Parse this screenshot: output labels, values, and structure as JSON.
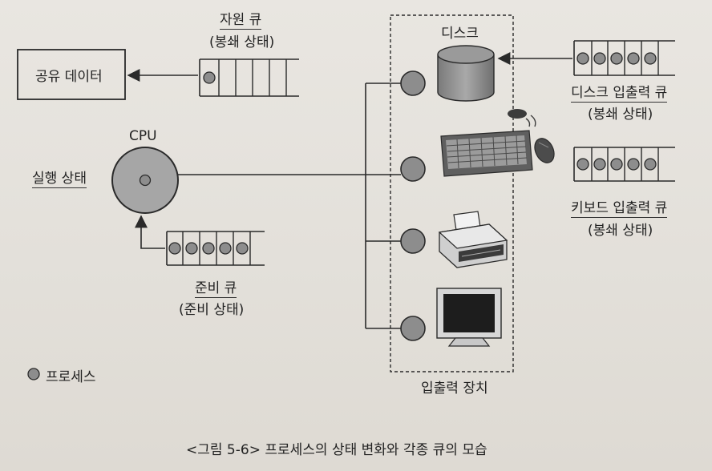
{
  "labels": {
    "resource_queue": "자원 큐",
    "resource_queue_state": "(봉쇄 상태)",
    "shared_data": "공유 데이터",
    "cpu": "CPU",
    "running_state": "실행 상태",
    "ready_queue": "준비 큐",
    "ready_queue_state": "(준비 상태)",
    "disk": "디스크",
    "disk_io_queue": "디스크 입출력 큐",
    "disk_io_queue_state": "(봉쇄 상태)",
    "keyboard_io_queue": "키보드 입출력 큐",
    "keyboard_io_queue_state": "(봉쇄 상태)",
    "io_devices": "입출력 장치",
    "legend_process": "프로세스"
  },
  "caption": "<그림 5-6> 프로세스의 상태 변화와 각종 큐의 모습",
  "colors": {
    "process": "#8d8d8d",
    "stroke": "#2a2a2a",
    "cpu_fill": "#a6a6a6"
  },
  "icons": [
    "disk-icon",
    "keyboard-icon",
    "mouse-icon",
    "printer-icon",
    "monitor-icon"
  ]
}
